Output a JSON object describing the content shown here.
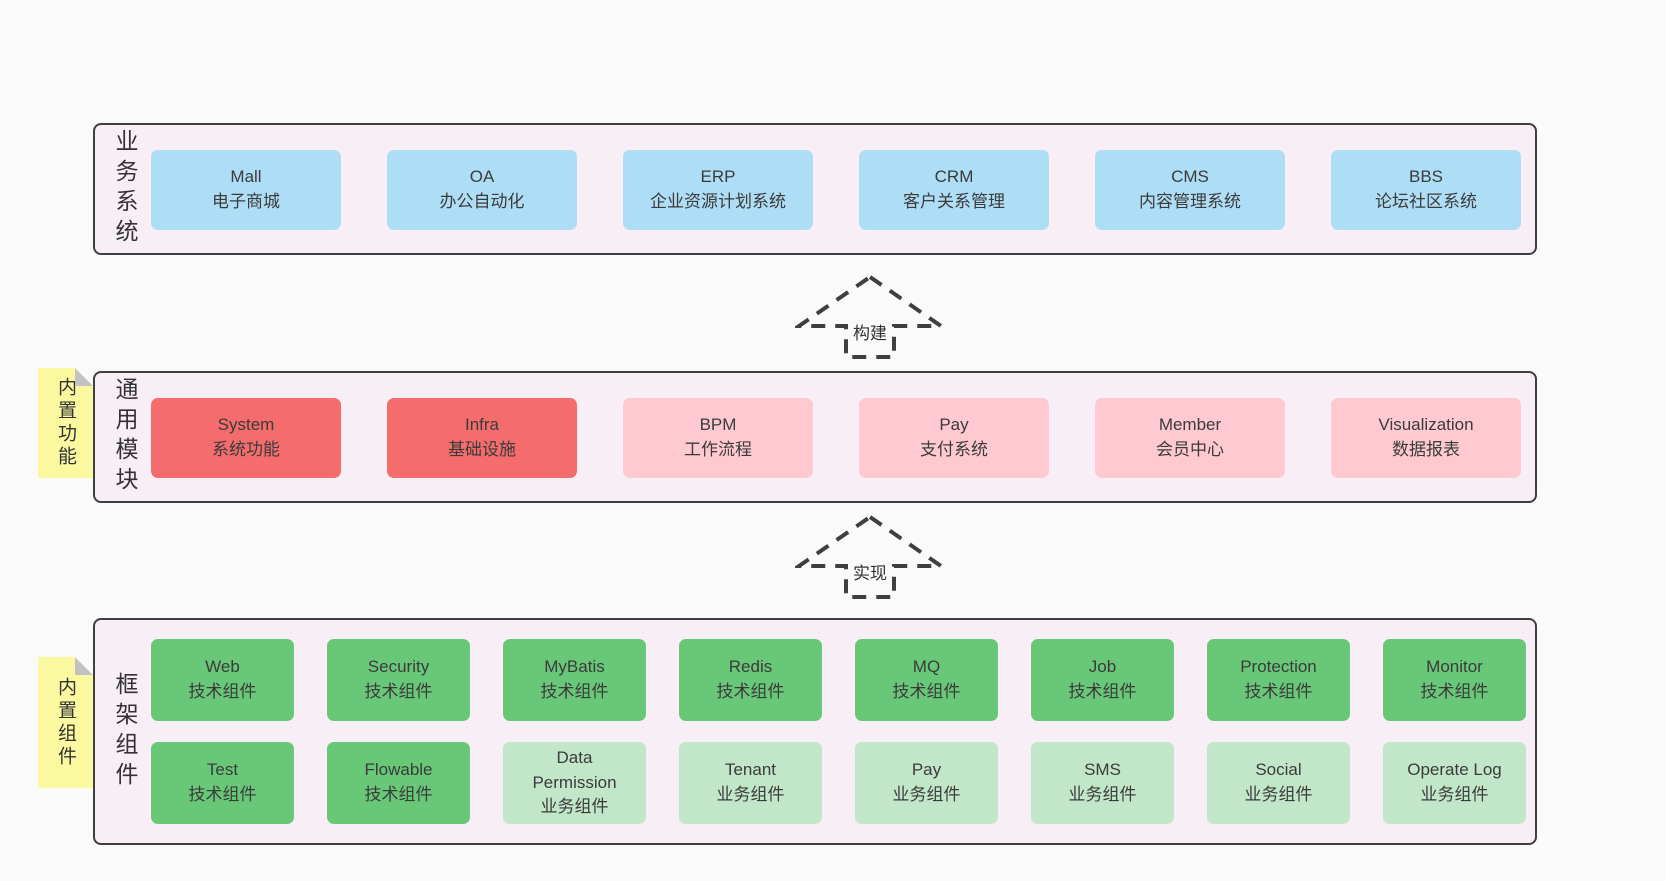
{
  "colors": {
    "page_bg": "#fafafa",
    "container_bg": "#f8eef6",
    "container_border": "#3f3f3f",
    "blue": "#aeddf6",
    "red": "#f56c6c",
    "pink": "#ffc9d2",
    "green_dark": "#68c877",
    "green_light": "#c2e6c8",
    "yellow": "#fbf9a0",
    "fold_gray": "#c2c2c2",
    "text": "#3b3b3b"
  },
  "arrows": [
    {
      "label": "构建"
    },
    {
      "label": "实现"
    }
  ],
  "layers": [
    {
      "side_label": "业务系统",
      "boxes": [
        {
          "en": "Mall",
          "zh": "电子商城",
          "variant": "blue"
        },
        {
          "en": "OA",
          "zh": "办公自动化",
          "variant": "blue"
        },
        {
          "en": "ERP",
          "zh": "企业资源计划系统",
          "variant": "blue"
        },
        {
          "en": "CRM",
          "zh": "客户关系管理",
          "variant": "blue"
        },
        {
          "en": "CMS",
          "zh": "内容管理系统",
          "variant": "blue"
        },
        {
          "en": "BBS",
          "zh": "论坛社区系统",
          "variant": "blue"
        }
      ]
    },
    {
      "side_label": "通用模块",
      "note": "内置功能",
      "boxes": [
        {
          "en": "System",
          "zh": "系统功能",
          "variant": "red"
        },
        {
          "en": "Infra",
          "zh": "基础设施",
          "variant": "red"
        },
        {
          "en": "BPM",
          "zh": "工作流程",
          "variant": "pink"
        },
        {
          "en": "Pay",
          "zh": "支付系统",
          "variant": "pink"
        },
        {
          "en": "Member",
          "zh": "会员中心",
          "variant": "pink"
        },
        {
          "en": "Visualization",
          "zh": "数据报表",
          "variant": "pink"
        }
      ]
    },
    {
      "side_label": "框架组件",
      "note": "内置组件",
      "row1": [
        {
          "en": "Web",
          "zh": "技术组件",
          "variant": "green_dark"
        },
        {
          "en": "Security",
          "zh": "技术组件",
          "variant": "green_dark"
        },
        {
          "en": "MyBatis",
          "zh": "技术组件",
          "variant": "green_dark"
        },
        {
          "en": "Redis",
          "zh": "技术组件",
          "variant": "green_dark"
        },
        {
          "en": "MQ",
          "zh": "技术组件",
          "variant": "green_dark"
        },
        {
          "en": "Job",
          "zh": "技术组件",
          "variant": "green_dark"
        },
        {
          "en": "Protection",
          "zh": "技术组件",
          "variant": "green_dark"
        },
        {
          "en": "Monitor",
          "zh": "技术组件",
          "variant": "green_dark"
        }
      ],
      "row2": [
        {
          "en": "Test",
          "zh": "技术组件",
          "variant": "green_dark"
        },
        {
          "en": "Flowable",
          "zh": "技术组件",
          "variant": "green_dark"
        },
        {
          "en": "Data Permission",
          "zh": "业务组件",
          "variant": "green_light"
        },
        {
          "en": "Tenant",
          "zh": "业务组件",
          "variant": "green_light"
        },
        {
          "en": "Pay",
          "zh": "业务组件",
          "variant": "green_light"
        },
        {
          "en": "SMS",
          "zh": "业务组件",
          "variant": "green_light"
        },
        {
          "en": "Social",
          "zh": "业务组件",
          "variant": "green_light"
        },
        {
          "en": "Operate Log",
          "zh": "业务组件",
          "variant": "green_light"
        }
      ]
    }
  ]
}
